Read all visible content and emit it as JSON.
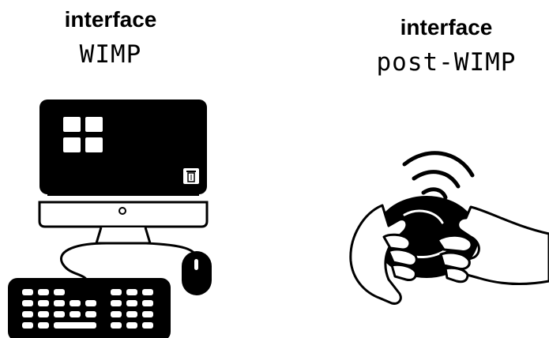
{
  "left": {
    "kicker": "interface",
    "title": "WIMP",
    "illustration": "desktop-computer-icon"
  },
  "right": {
    "kicker": "interface",
    "title": "post-WIMP",
    "illustration": "hands-holding-device-icon"
  },
  "colors": {
    "ink": "#000000",
    "paper": "#ffffff"
  }
}
